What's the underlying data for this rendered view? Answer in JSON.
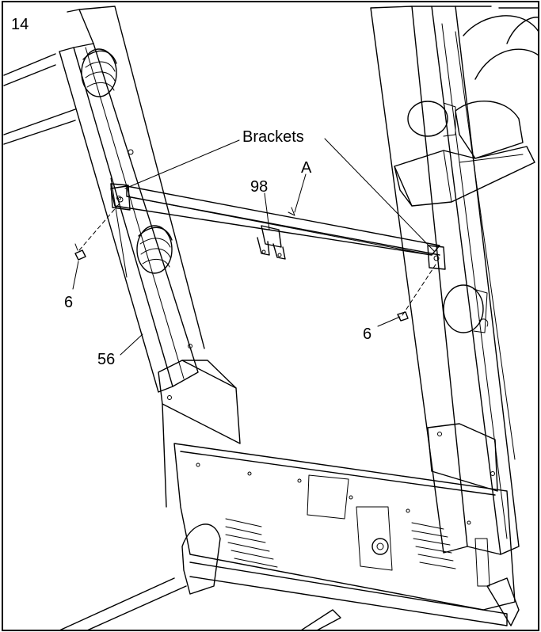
{
  "step_number": "14",
  "callouts": {
    "brackets": "Brackets",
    "part_a": "A",
    "part_98": "98",
    "part_6_left": "6",
    "part_6_right": "6",
    "part_56": "56"
  }
}
